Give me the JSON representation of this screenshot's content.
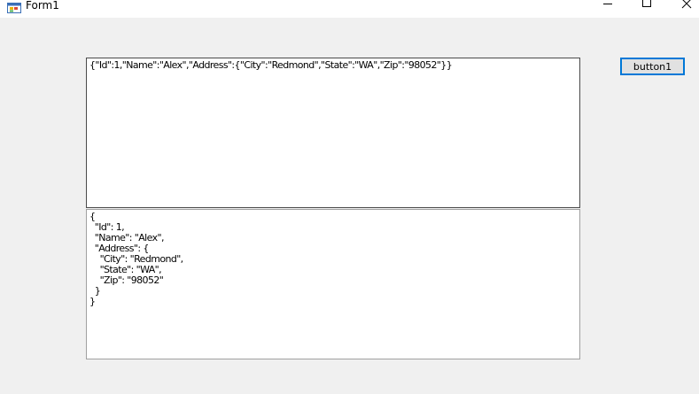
{
  "window": {
    "title": "Form1",
    "icon": "winforms-app-icon",
    "controls": {
      "minimize_icon": "minimize-icon",
      "maximize_icon": "maximize-icon",
      "close_icon": "close-icon"
    }
  },
  "form": {
    "textbox_compact": {
      "value": "{\"Id\":1,\"Name\":\"Alex\",\"Address\":{\"City\":\"Redmond\",\"State\":\"WA\",\"Zip\":\"98052\"}}"
    },
    "textbox_indented": {
      "value": "{\n  \"Id\": 1,\n  \"Name\": \"Alex\",\n  \"Address\": {\n    \"City\": \"Redmond\",\n    \"State\": \"WA\",\n    \"Zip\": \"98052\"\n  }\n}"
    },
    "button1": {
      "label": "button1"
    }
  },
  "colors": {
    "form_background": "#f0f0f0",
    "titlebar_background": "#ffffff",
    "button_focus_border": "#0078d7",
    "button_face": "#e1e1e1"
  }
}
